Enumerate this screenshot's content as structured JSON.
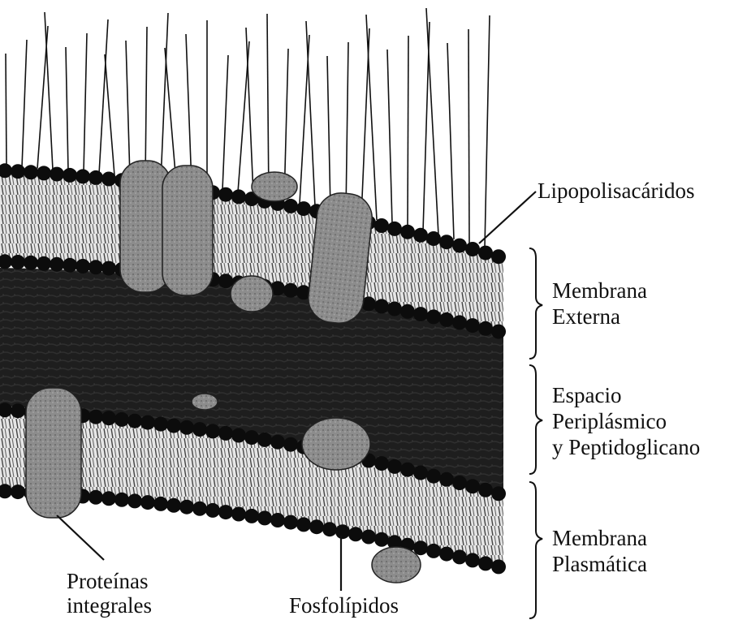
{
  "diagram": {
    "colors": {
      "ink": "#111111",
      "head": "#0c0c0c",
      "tail": "#d9d9d9",
      "dark_layer": "#202020",
      "protein": "#8a8a8a",
      "background": "#ffffff"
    },
    "labels": {
      "lipopolysaccharides": "Lipopolisacáridos",
      "outer_membrane_l1": "Membrana",
      "outer_membrane_l2": "Externa",
      "periplasm_l1": "Espacio",
      "periplasm_l2": "Periplásmico",
      "periplasm_l3": "y Peptidoglicano",
      "plasma_membrane_l1": "Membrana",
      "plasma_membrane_l2": "Plasmática",
      "integral_proteins_l1": "Proteínas",
      "integral_proteins_l2": "integrales",
      "phospholipids": "Fosfolípidos"
    }
  }
}
